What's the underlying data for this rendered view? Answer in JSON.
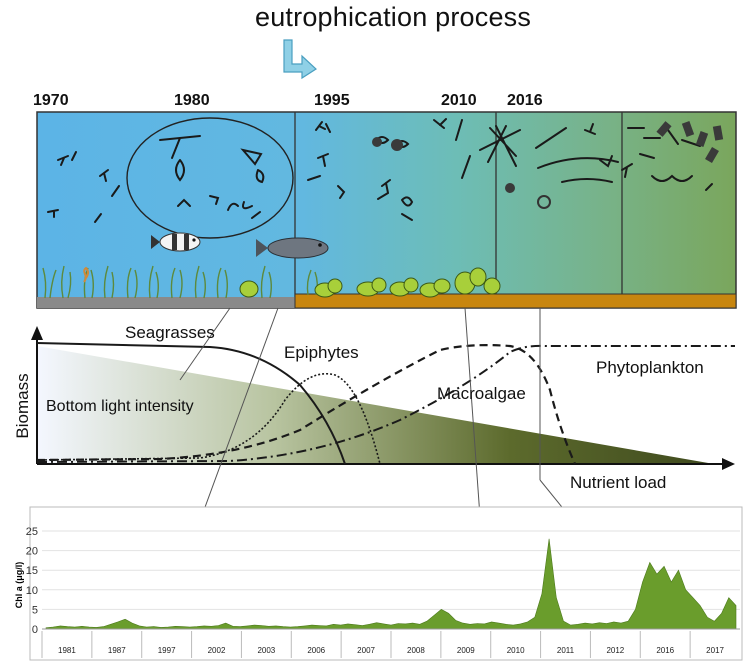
{
  "title": "eutrophication process",
  "colors": {
    "water_left": "#5cb4e6",
    "water_right": "#7aa65c",
    "sediment_grey": "#8a8a8a",
    "sediment_orange": "#c8860f",
    "seagrass": "#6f9a4a",
    "macroalgae": "#a8cf3a",
    "triangle_left": "#f4f7ff",
    "triangle_right": "#3f4a1e",
    "chart_fill": "#6a9d2c",
    "arrow": "#8fd0e6"
  },
  "years": [
    "1970",
    "1980",
    "1995",
    "2010",
    "2016"
  ],
  "biomass": {
    "y_axis_label": "Biomass",
    "x_axis_label": "Nutrient load",
    "curves": [
      "Seagrasses",
      "Epiphytes",
      "Macroalgae",
      "Phytoplankton"
    ],
    "triangle_label": "Bottom light intensity"
  },
  "chart_data": {
    "type": "area",
    "ylabel": "Chl a (μg/l)",
    "ylim": [
      0,
      25
    ],
    "y_ticks": [
      "0",
      "5",
      "10",
      "15",
      "20",
      "25"
    ],
    "x_groups": [
      "1981",
      "1987",
      "1997",
      "2002",
      "2003",
      "2006",
      "2007",
      "2008",
      "2009",
      "2010",
      "2011",
      "2012",
      "2016",
      "2017"
    ],
    "series": [
      {
        "values": [
          0.3,
          0.5,
          0.8,
          0.6,
          0.5,
          0.7,
          0.5,
          0.4,
          0.6,
          1.2,
          1.8,
          2.5,
          1.5,
          0.8,
          0.5,
          0.6,
          0.4,
          0.5,
          0.7,
          0.6,
          0.5,
          0.6,
          0.8,
          0.7,
          0.9,
          1.5,
          0.7,
          0.6,
          0.8,
          1.0,
          0.9,
          0.7,
          0.8,
          0.6,
          0.5,
          0.6,
          0.8,
          1.0,
          0.9,
          0.8,
          1.2,
          1.0,
          1.3,
          1.1,
          0.9,
          1.2,
          1.6,
          1.3,
          1.0,
          1.4,
          1.3,
          1.5,
          1.2,
          2.0,
          3.5,
          5.0,
          4.0,
          2.2,
          1.5,
          1.2,
          1.4,
          1.3,
          1.8,
          1.5,
          1.2,
          1.0,
          1.3,
          1.8,
          3.0,
          9.0,
          23.0,
          8.0,
          2.0,
          1.0,
          1.2,
          1.5,
          1.3,
          1.6,
          1.4,
          1.8,
          1.5,
          2.0,
          5.0,
          12.0,
          17.0,
          14.0,
          16.0,
          12.0,
          15.0,
          10.0,
          8.0,
          6.0,
          3.0,
          2.0,
          4.0,
          8.0,
          6.0
        ]
      }
    ]
  }
}
